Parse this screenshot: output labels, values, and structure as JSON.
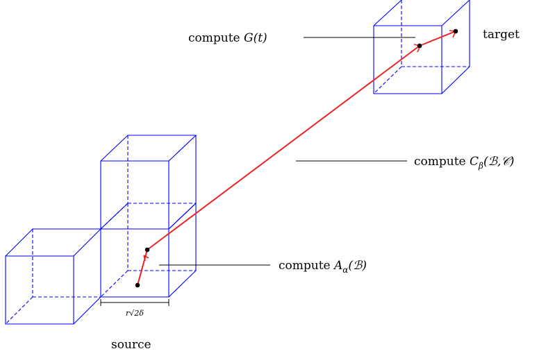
{
  "labels": {
    "target": "target",
    "source": "source",
    "compute_g_prefix": "compute ",
    "compute_g_math": "G(t)",
    "compute_c_prefix": "compute ",
    "compute_c_math": "C",
    "compute_c_sub": "β",
    "compute_c_args": "(ℬ,𝒞)",
    "compute_a_prefix": "compute ",
    "compute_a_math": "A",
    "compute_a_sub": "α",
    "compute_a_args": "(ℬ)",
    "dimension": "r√2δ"
  },
  "colors": {
    "cube_edges": "#0000ff",
    "path": "#ee2222",
    "points": "#000000",
    "text": "#000000"
  }
}
